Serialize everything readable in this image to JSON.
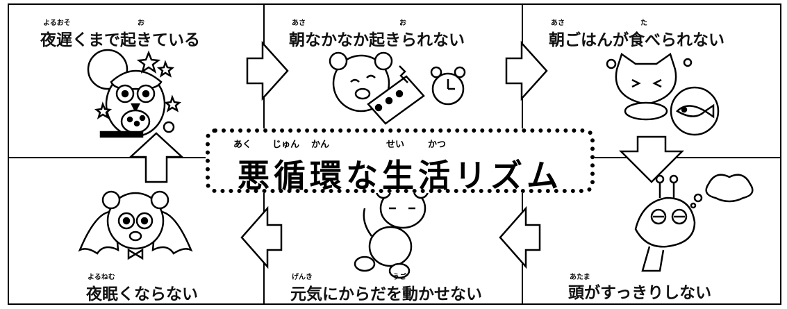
{
  "title": {
    "text": "悪循環な生活リズム",
    "ruby": [
      "あく",
      "じゅん",
      "かん",
      "せい",
      "かつ"
    ]
  },
  "steps": [
    {
      "text": "夜遅くまで起きている",
      "ruby": [
        "よるおそ",
        "お"
      ]
    },
    {
      "text": "朝なかなか起きられない",
      "ruby": [
        "あさ",
        "お"
      ]
    },
    {
      "text": "朝ごはんが食べられない",
      "ruby": [
        "あさ",
        "た"
      ]
    },
    {
      "text": "頭がすっきりしない",
      "ruby": [
        "あたま"
      ]
    },
    {
      "text": "元気にからだを動かせない",
      "ruby": [
        "げんき",
        "うご"
      ]
    },
    {
      "text": "夜眠くならない",
      "ruby": [
        "よるねむ"
      ]
    }
  ]
}
